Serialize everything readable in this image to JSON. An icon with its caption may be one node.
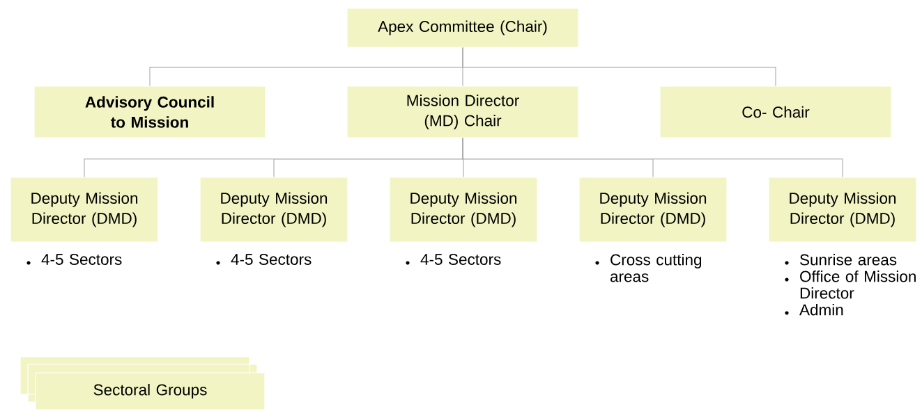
{
  "diagram": {
    "nodes": [
      {
        "text": [
          "Apex Committee (Chair)"
        ]
      },
      {
        "text": [
          "Advisory Council to Mission"
        ]
      },
      {
        "text": [
          "Mission Director (MD) Chair"
        ]
      },
      {
        "text": [
          "Co- Chair"
        ]
      },
      {
        "text": [
          "Deputy Mission Director (DMD)"
        ],
        "beside": [
          "4-5 Sectors"
        ]
      },
      {
        "text": [
          "Deputy Mission Director (DMD)"
        ],
        "beside": [
          "4-5 Sectors"
        ]
      },
      {
        "text": [
          "Deputy Mission Director (DMD)"
        ],
        "beside": [
          "4-5 Sectors"
        ]
      },
      {
        "text": [
          "Deputy Mission Director (DMD)"
        ],
        "beside": [
          "Cross cutting areas"
        ]
      },
      {
        "text": [
          "Deputy Mission Director (DMD)"
        ],
        "beside": [
          "Sunrise areas",
          "Office of Mission Director",
          "Admin"
        ]
      },
      {
        "text": [
          "Sectoral Groups"
        ]
      }
    ],
    "edges": [
      {
        "from": 0,
        "to": 1,
        "arrow": "none"
      },
      {
        "from": 0,
        "to": 2,
        "arrow": "none"
      },
      {
        "from": 0,
        "to": 3,
        "arrow": "none"
      },
      {
        "from": 2,
        "to": 4,
        "arrow": "none"
      },
      {
        "from": 2,
        "to": 5,
        "arrow": "none"
      },
      {
        "from": 2,
        "to": 6,
        "arrow": "none"
      },
      {
        "from": 2,
        "to": 7,
        "arrow": "none"
      },
      {
        "from": 2,
        "to": 8,
        "arrow": "none"
      }
    ]
  }
}
